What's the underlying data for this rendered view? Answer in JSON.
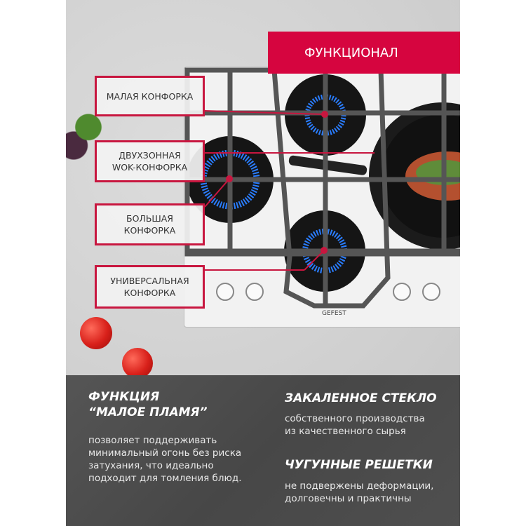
{
  "header": {
    "title": "ФУНКЦИОНАЛ"
  },
  "labels": [
    {
      "lines": [
        "МАЛАЯ КОНФОРКА"
      ]
    },
    {
      "lines": [
        "ДВУХЗОННАЯ",
        "WOK-КОНФОРКА"
      ]
    },
    {
      "lines": [
        "БОЛЬШАЯ",
        "КОНФОРКА"
      ]
    },
    {
      "lines": [
        "УНИВЕРСАЛЬНАЯ",
        "КОНФОРКА"
      ]
    }
  ],
  "brand": "GEFEST",
  "features": {
    "left": {
      "title1": "ФУНКЦИЯ",
      "title2": "“МАЛОЕ ПЛАМЯ”",
      "text": [
        "позволяет поддерживать",
        "минимальный огонь без риска",
        "затухания, что идеально",
        "подходит для томления блюд."
      ]
    },
    "glass": {
      "title": "ЗАКАЛЕННОЕ СТЕКЛО",
      "text": [
        "собственного производства",
        "из качественного сырья"
      ]
    },
    "grates": {
      "title": "ЧУГУННЫЕ РЕШЕТКИ",
      "text": [
        "не подвержены деформации,",
        "долговечны и практичны"
      ]
    }
  },
  "colors": {
    "accent": "#d6053f",
    "band": "#4d4d4d",
    "flame": "#2a7dff"
  }
}
